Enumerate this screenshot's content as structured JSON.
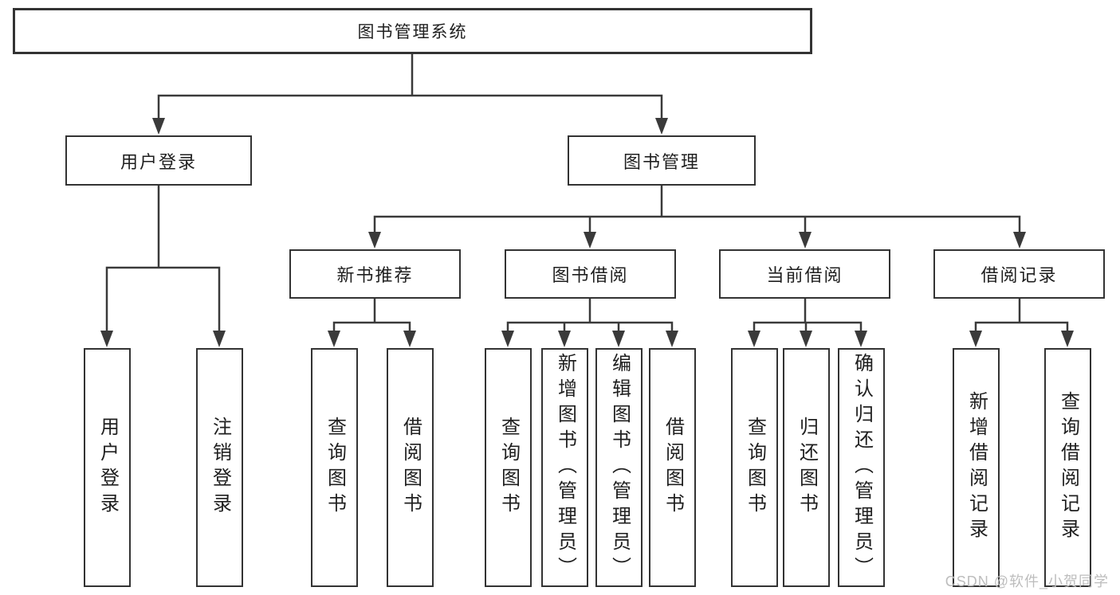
{
  "page": {
    "watermark": "CSDN @软件_小贺同学"
  },
  "tree": {
    "root": {
      "label": "图书管理系统"
    },
    "login_branch": {
      "label": "用户登录",
      "children": [
        "用户登录",
        "注销登录"
      ]
    },
    "mgmt_branch": {
      "label": "图书管理",
      "sections": [
        {
          "label": "新书推荐",
          "children": [
            "查询图书",
            "借阅图书"
          ]
        },
        {
          "label": "图书借阅",
          "children": [
            "查询图书",
            "新增图书（管理员）",
            "编辑图书（管理员）",
            "借阅图书"
          ]
        },
        {
          "label": "当前借阅",
          "children": [
            "查询图书",
            "归还图书",
            "确认归还（管理员）"
          ]
        },
        {
          "label": "借阅记录",
          "children": [
            "新增借阅记录",
            "查询借阅记录"
          ]
        }
      ]
    }
  },
  "colors": {
    "line": "#3a3a3a",
    "border": "#333333",
    "text": "#1f1f1f",
    "watermark": "#bdbdbd"
  }
}
